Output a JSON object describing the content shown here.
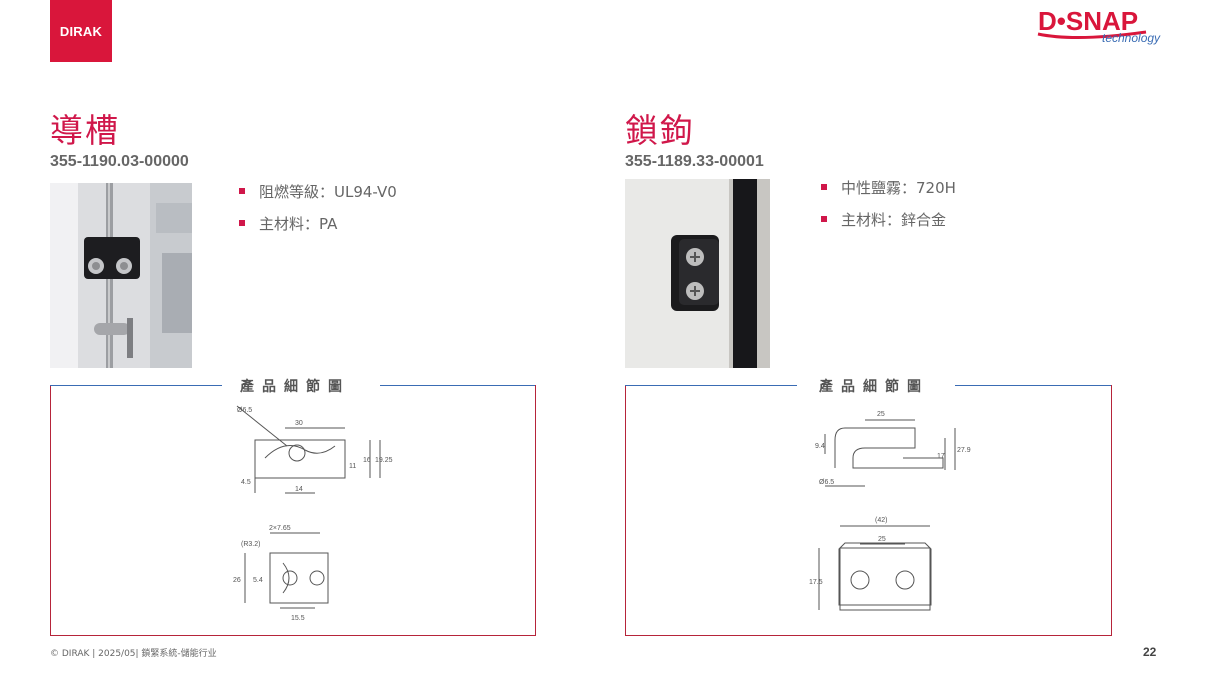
{
  "header": {
    "brand_left": "DIRAK",
    "brand_right_main": "D•SNAP",
    "brand_right_sub": "technology"
  },
  "left": {
    "title": "導槽",
    "part_number": "355-1190.03-00000",
    "bullets": [
      "阻燃等級：UL94-V0",
      "主材料：PA"
    ],
    "detail_heading": "產品細節圖",
    "drawing_labels": {
      "top": [
        "Ø6.5",
        "30",
        "16",
        "19.25",
        "11",
        "4.5",
        "14"
      ],
      "bottom": [
        "2×7.65",
        "(R3.2)",
        "26",
        "5.4",
        "15.5"
      ]
    }
  },
  "right": {
    "title": "鎖鉤",
    "part_number": "355-1189.33-00001",
    "bullets": [
      "中性鹽霧：720H",
      "主材料：鋅合金"
    ],
    "detail_heading": "產品細節圖",
    "drawing_labels": {
      "top": [
        "25",
        "9.4",
        "17",
        "27.9",
        "Ø6.5"
      ],
      "bottom": [
        "(42)",
        "25",
        "17.5"
      ]
    }
  },
  "footer": {
    "text": "© DIRAK | 2025/05| 鎖緊系統-儲能行业",
    "page": "22"
  },
  "colors": {
    "accent": "#d0174a",
    "brand_red": "#d9163b",
    "box_border": "#b6243a",
    "line_blue": "#3a6cb4"
  }
}
